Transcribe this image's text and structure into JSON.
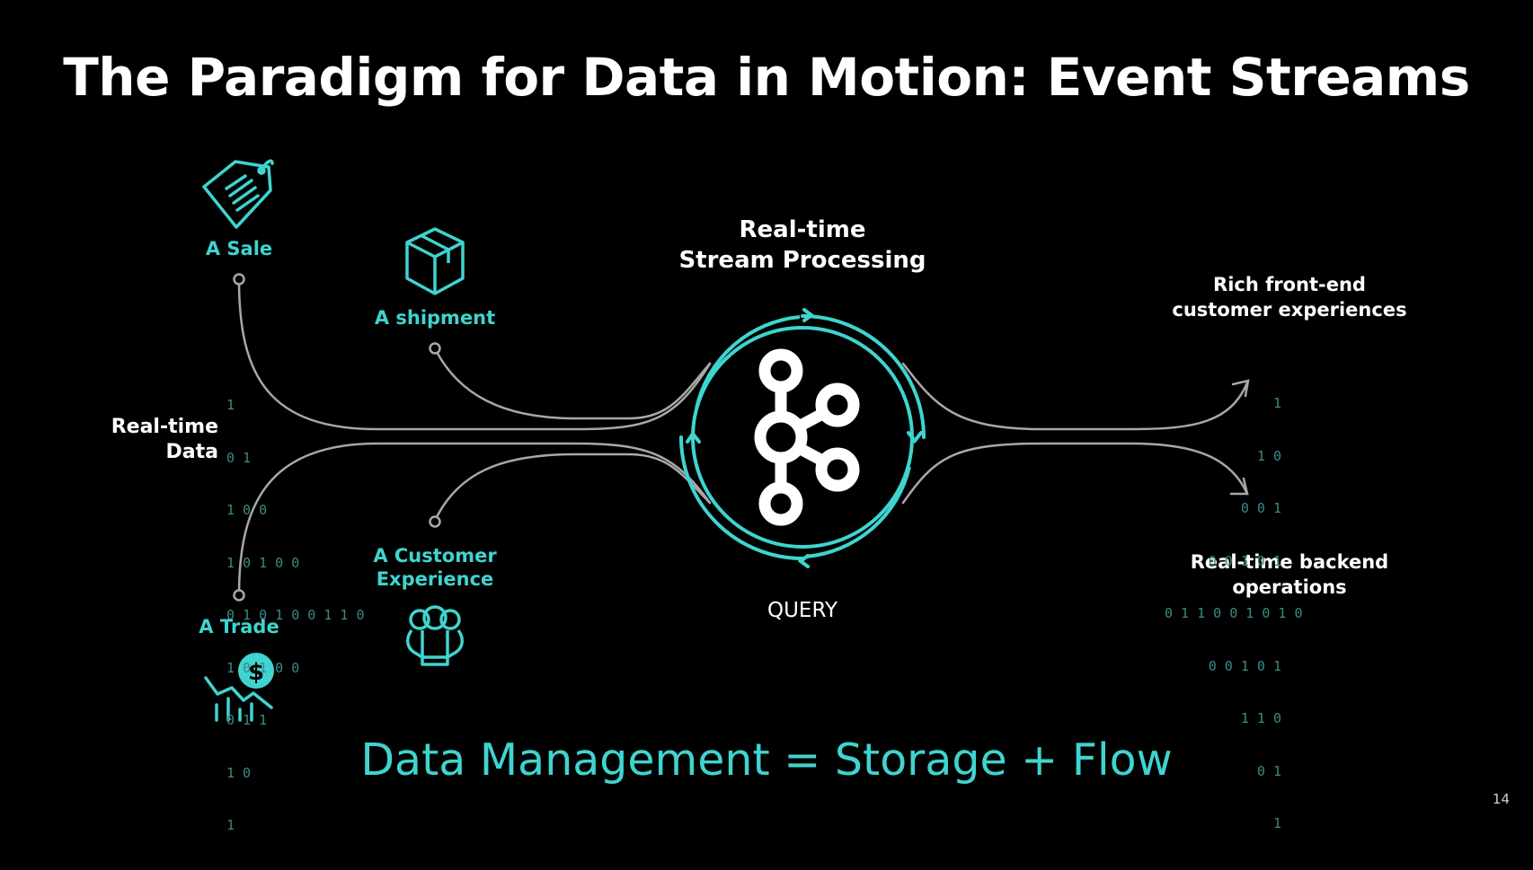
{
  "title": "The Paradigm for Data in Motion: Event Streams",
  "sources": {
    "sale": "A Sale",
    "shipment": "A shipment",
    "customer_experience_line1": "A Customer",
    "customer_experience_line2": "Experience",
    "trade": "A Trade"
  },
  "input_label": {
    "line1": "Real-time",
    "line2": "Data"
  },
  "center_label": {
    "line1": "Real-time",
    "line2": "Stream Processing"
  },
  "query_label": "QUERY",
  "outputs": {
    "frontend_line1": "Rich front-end",
    "frontend_line2": "customer experiences",
    "backend_line1": "Real-time backend",
    "backend_line2": "operations"
  },
  "binary_left": [
    "1",
    "0 1",
    "1 0 0",
    "1 0 1 0 0",
    "0 1 0 1 0 0 1 1 0",
    "1 0 1 0 0",
    "0 1 1",
    "1 0",
    "1"
  ],
  "binary_right": [
    "1",
    "1 0",
    "0 0 1",
    "0 0 1 0 1",
    "0 1 1 0 0 1 0 1 0",
    "0 0 1 0 1",
    "1 1 0",
    "0 1",
    "1"
  ],
  "equation": "Data Management = Storage + Flow",
  "page_number": "14",
  "colors": {
    "accent": "#3fd4cf",
    "background": "#000000",
    "line": "#9a9a9a",
    "text": "#ffffff"
  },
  "icons": [
    "price-tag-icon",
    "package-box-icon",
    "customer-group-icon",
    "trade-dollar-chart-icon",
    "kafka-logo-icon"
  ]
}
